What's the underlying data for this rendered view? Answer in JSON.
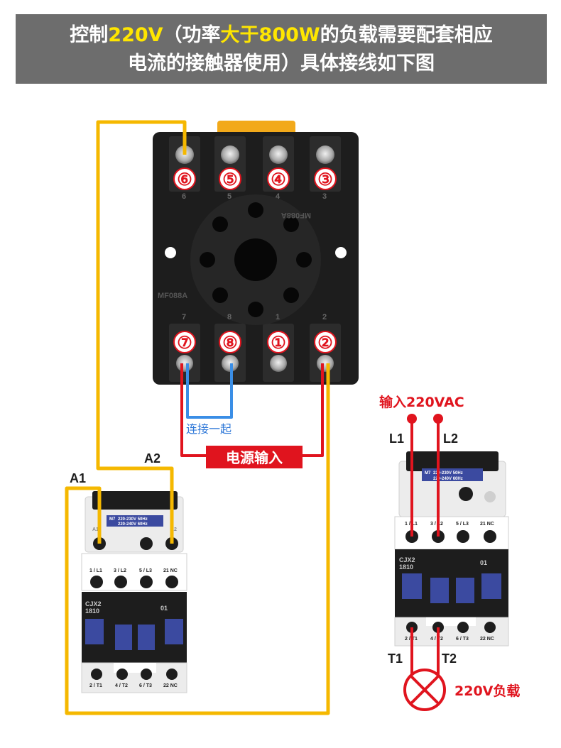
{
  "banner": {
    "line1_pre": "控制",
    "line1_hl1": "220V",
    "line1_mid": "（功率",
    "line1_hl2": "大于800W",
    "line1_post": "的负载需要配套相应",
    "line2": "电流的接触器使用）具体接线如下图"
  },
  "relay_socket": {
    "top_terminals": [
      "⑥",
      "⑤",
      "④",
      "③"
    ],
    "bottom_terminals": [
      "⑦",
      "⑧",
      "①",
      "②"
    ],
    "model_mark": "MF088A",
    "model_mark_mirror": "MF088A",
    "small_top": [
      "6",
      "5",
      "4",
      "3"
    ],
    "small_bottom": [
      "7",
      "8",
      "1",
      "2"
    ]
  },
  "labels": {
    "connect_together": "连接一起",
    "power_input": "电源输入",
    "a1": "A1",
    "a2": "A2",
    "input_220vac": "输入220VAC",
    "l1": "L1",
    "l2": "L2",
    "t1": "T1",
    "t2": "T2",
    "load_220v": "220V负载"
  },
  "contactor": {
    "model": "CJX2",
    "model_num": "1810",
    "aux": "01",
    "coil_label1": "220-230V 50Hz",
    "coil_label2": "220-240V 60Hz",
    "coil_prefix": "M7",
    "top_terms": [
      "1 / L1",
      "3 / L2",
      "5 / L3",
      "21 NC"
    ],
    "bottom_terms": [
      "2 / T1",
      "4 / T2",
      "6 / T3",
      "22 NC"
    ],
    "coil_a1": "A1",
    "coil_a2": "A2"
  },
  "colors": {
    "banner_bg": "#6d6d6d",
    "highlight": "#ffe600",
    "wire_yellow": "#f5b800",
    "wire_red": "#e0141e",
    "wire_blue": "#3a8ee6",
    "label_red": "#e0141e",
    "label_blue": "#2f78d8"
  }
}
